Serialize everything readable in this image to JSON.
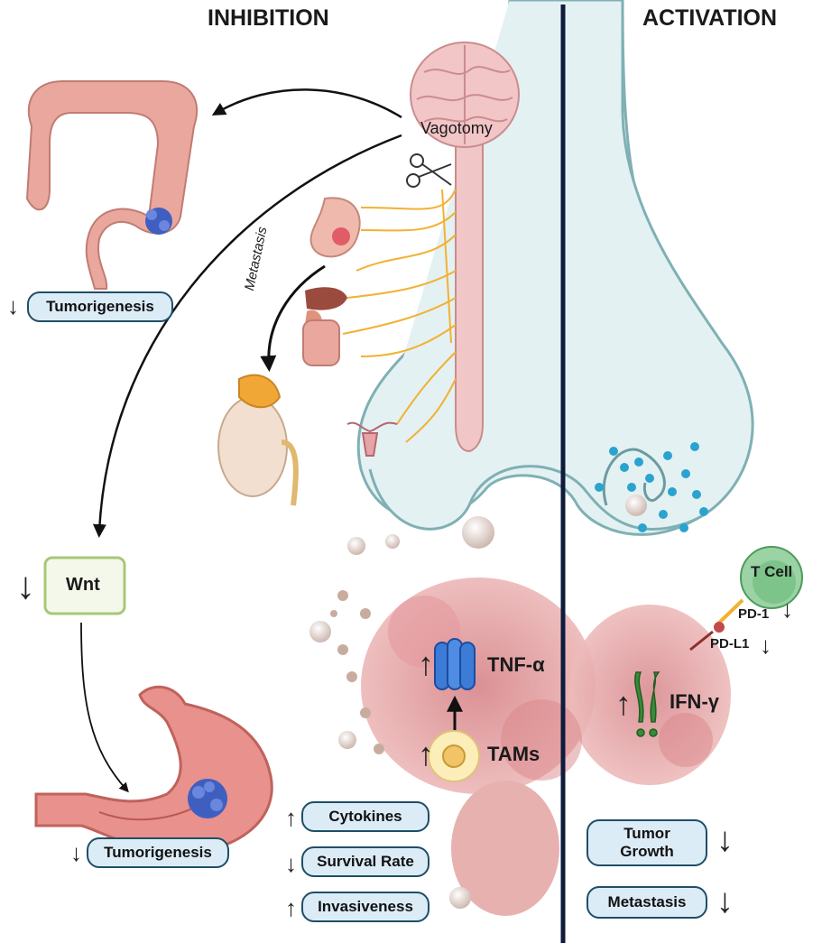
{
  "headers": {
    "left": "INHIBITION",
    "right": "ACTIVATION"
  },
  "labels": {
    "vagotomy": "Vagotomy",
    "metastasis_arrow": "Metastasis",
    "wnt": "Wnt",
    "tnf": "TNF-α",
    "tams": "TAMs",
    "ifn": "IFN-γ",
    "tcell": "T Cell",
    "pd1": "PD-1",
    "pdl1": "PD-L1"
  },
  "pills": {
    "colon_tumorigenesis": "Tumorigenesis",
    "stomach_tumorigenesis": "Tumorigenesis",
    "cytokines": "Cytokines",
    "survival": "Survival Rate",
    "invasiveness": "Invasiveness",
    "tumor_growth_1": "Tumor",
    "tumor_growth_2": "Growth",
    "metastasis": "Metastasis"
  },
  "colors": {
    "divider": "#0f1b3d",
    "pill_fill": "#dcecf7",
    "pill_border": "#1f4e66",
    "organ_pink": "#e8a49b",
    "nerve_yellow": "#f2b133",
    "neuron_fill": "#e4f1f2",
    "vesicle_blue": "#2aa3cf",
    "tcell_green": "#7dc48b",
    "wnt_border": "#a9c777"
  }
}
